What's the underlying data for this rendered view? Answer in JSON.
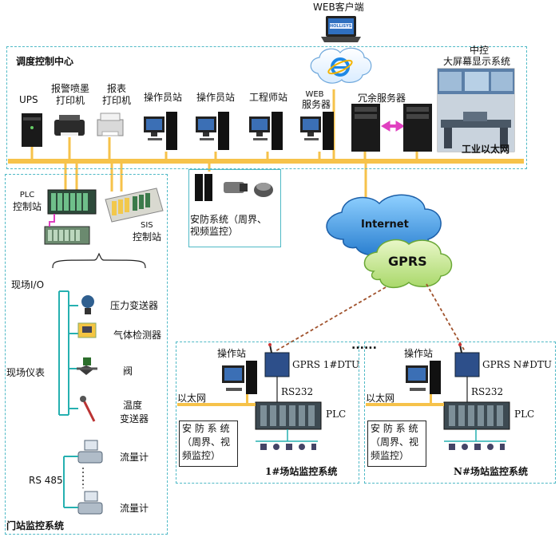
{
  "web_client": "WEB客户端",
  "laptop_screen_brand": "HOLLiSYS",
  "dispatch_center": "调度控制中心",
  "big_screen": {
    "line1": "中控",
    "line2": "大屏幕显示系统"
  },
  "devices": {
    "ups": "UPS",
    "alarm_printer": [
      "报警喷墨",
      "打印机"
    ],
    "report_printer": [
      "报表",
      "打印机"
    ],
    "operator1": "操作员站",
    "operator2": "操作员站",
    "engineer": "工程师站",
    "web_server": [
      "WEB",
      "服务器"
    ],
    "redundant_server": "冗余服务器"
  },
  "industrial_ethernet": "工业以太网",
  "plc_station": [
    "PLC",
    "控制站"
  ],
  "sis_station": [
    "SIS",
    "控制站"
  ],
  "security_center": [
    "安防系统（周界、",
    "视频监控）"
  ],
  "internet": "Internet",
  "gprs": "GPRS",
  "field_io": "现场I/O",
  "field_instruments": "现场仪表",
  "instruments": [
    "压力变送器",
    "气体检测器",
    "阀",
    "温度",
    "变送器"
  ],
  "flowmeter1": "流量计",
  "flowmeter2": "流量计",
  "rs485": "RS 485",
  "gate_station": "门站监控系统",
  "dots": "......",
  "station1": {
    "operator": "操作站",
    "dtu": "GPRS 1#DTU",
    "rs232": "RS232",
    "ethernet": "以太网",
    "plc": "PLC",
    "security": [
      "安 防 系 统",
      "（周界、视",
      "频监控）"
    ],
    "title": "1#场站监控系统"
  },
  "stationN": {
    "operator": "操作站",
    "dtu": "GPRS N#DTU",
    "rs232": "RS232",
    "ethernet": "以太网",
    "plc": "PLC",
    "security": [
      "安 防 系 统",
      "（周界、视",
      "频监控）"
    ],
    "title": "N#场站监控系统"
  },
  "colors": {
    "dash_border": "#4fb9c6",
    "bus": "#f6c24a",
    "cloud_blue": "#3a8fd6",
    "cloud_green": "#b8e07a",
    "link_red": "#a0522d",
    "magenta": "#e040c0",
    "teal_line": "#26b0b0"
  }
}
